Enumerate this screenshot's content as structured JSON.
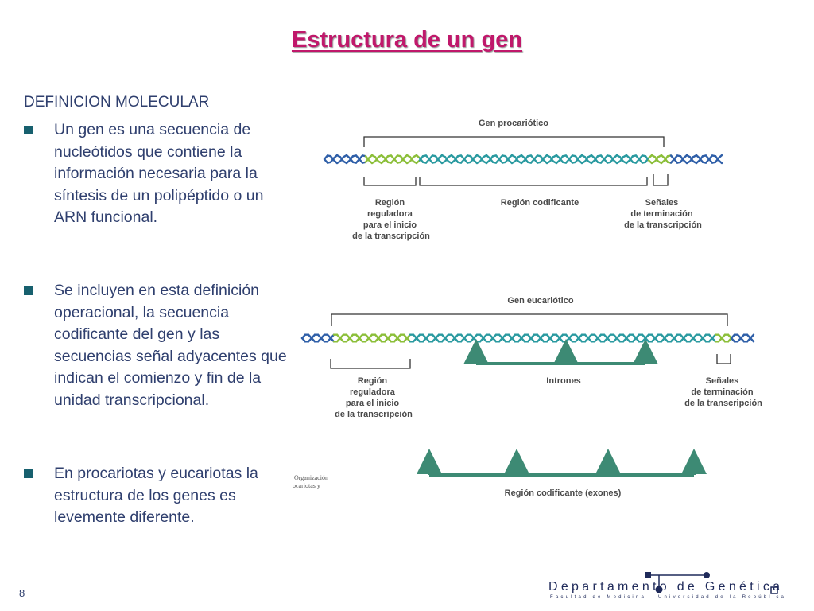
{
  "title": "Estructura de un gen",
  "subheading": "DEFINICION MOLECULAR",
  "bullets": [
    "Un gen es una secuencia de nucleótidos que contiene la información necesaria para la síntesis de un polipéptido o un ARN funcional.",
    "Se incluyen en esta definición operacional, la secuencia codificante del gen y las secuencias señal adyacentes que indican el comienzo y fin de la unidad transcripcional.",
    "En procariotas y eucariotas la estructura de los genes es levemente diferente."
  ],
  "figure": {
    "prokaryote": {
      "title": "Gen procariótico",
      "regulatory": [
        "Región",
        "reguladora",
        "para el inicio",
        "de la transcripción"
      ],
      "coding": "Región codificante",
      "termination": [
        "Señales",
        "de terminación",
        "de la transcripción"
      ]
    },
    "eukaryote": {
      "title": "Gen eucariótico",
      "regulatory": [
        "Región",
        "reguladora",
        "para el inicio",
        "de la transcripción"
      ],
      "introns": "Intrones",
      "termination": [
        "Señales",
        "de terminación",
        "de la transcripción"
      ],
      "exons": "Región codificante (exones)"
    },
    "caption_fragment": [
      "Organización",
      "ocariotas y"
    ],
    "colors": {
      "flank_dna": "#2f5fa8",
      "coding_dna": "#2a9aa0",
      "regulatory_dna": "#8cbf3a",
      "bracket": "#333333",
      "arrow": "#3d8a74"
    }
  },
  "footer": {
    "page_number": "8",
    "department": "Departamento de Genética",
    "department_sub": "Facultad de Medicina · Universidad de la República"
  }
}
